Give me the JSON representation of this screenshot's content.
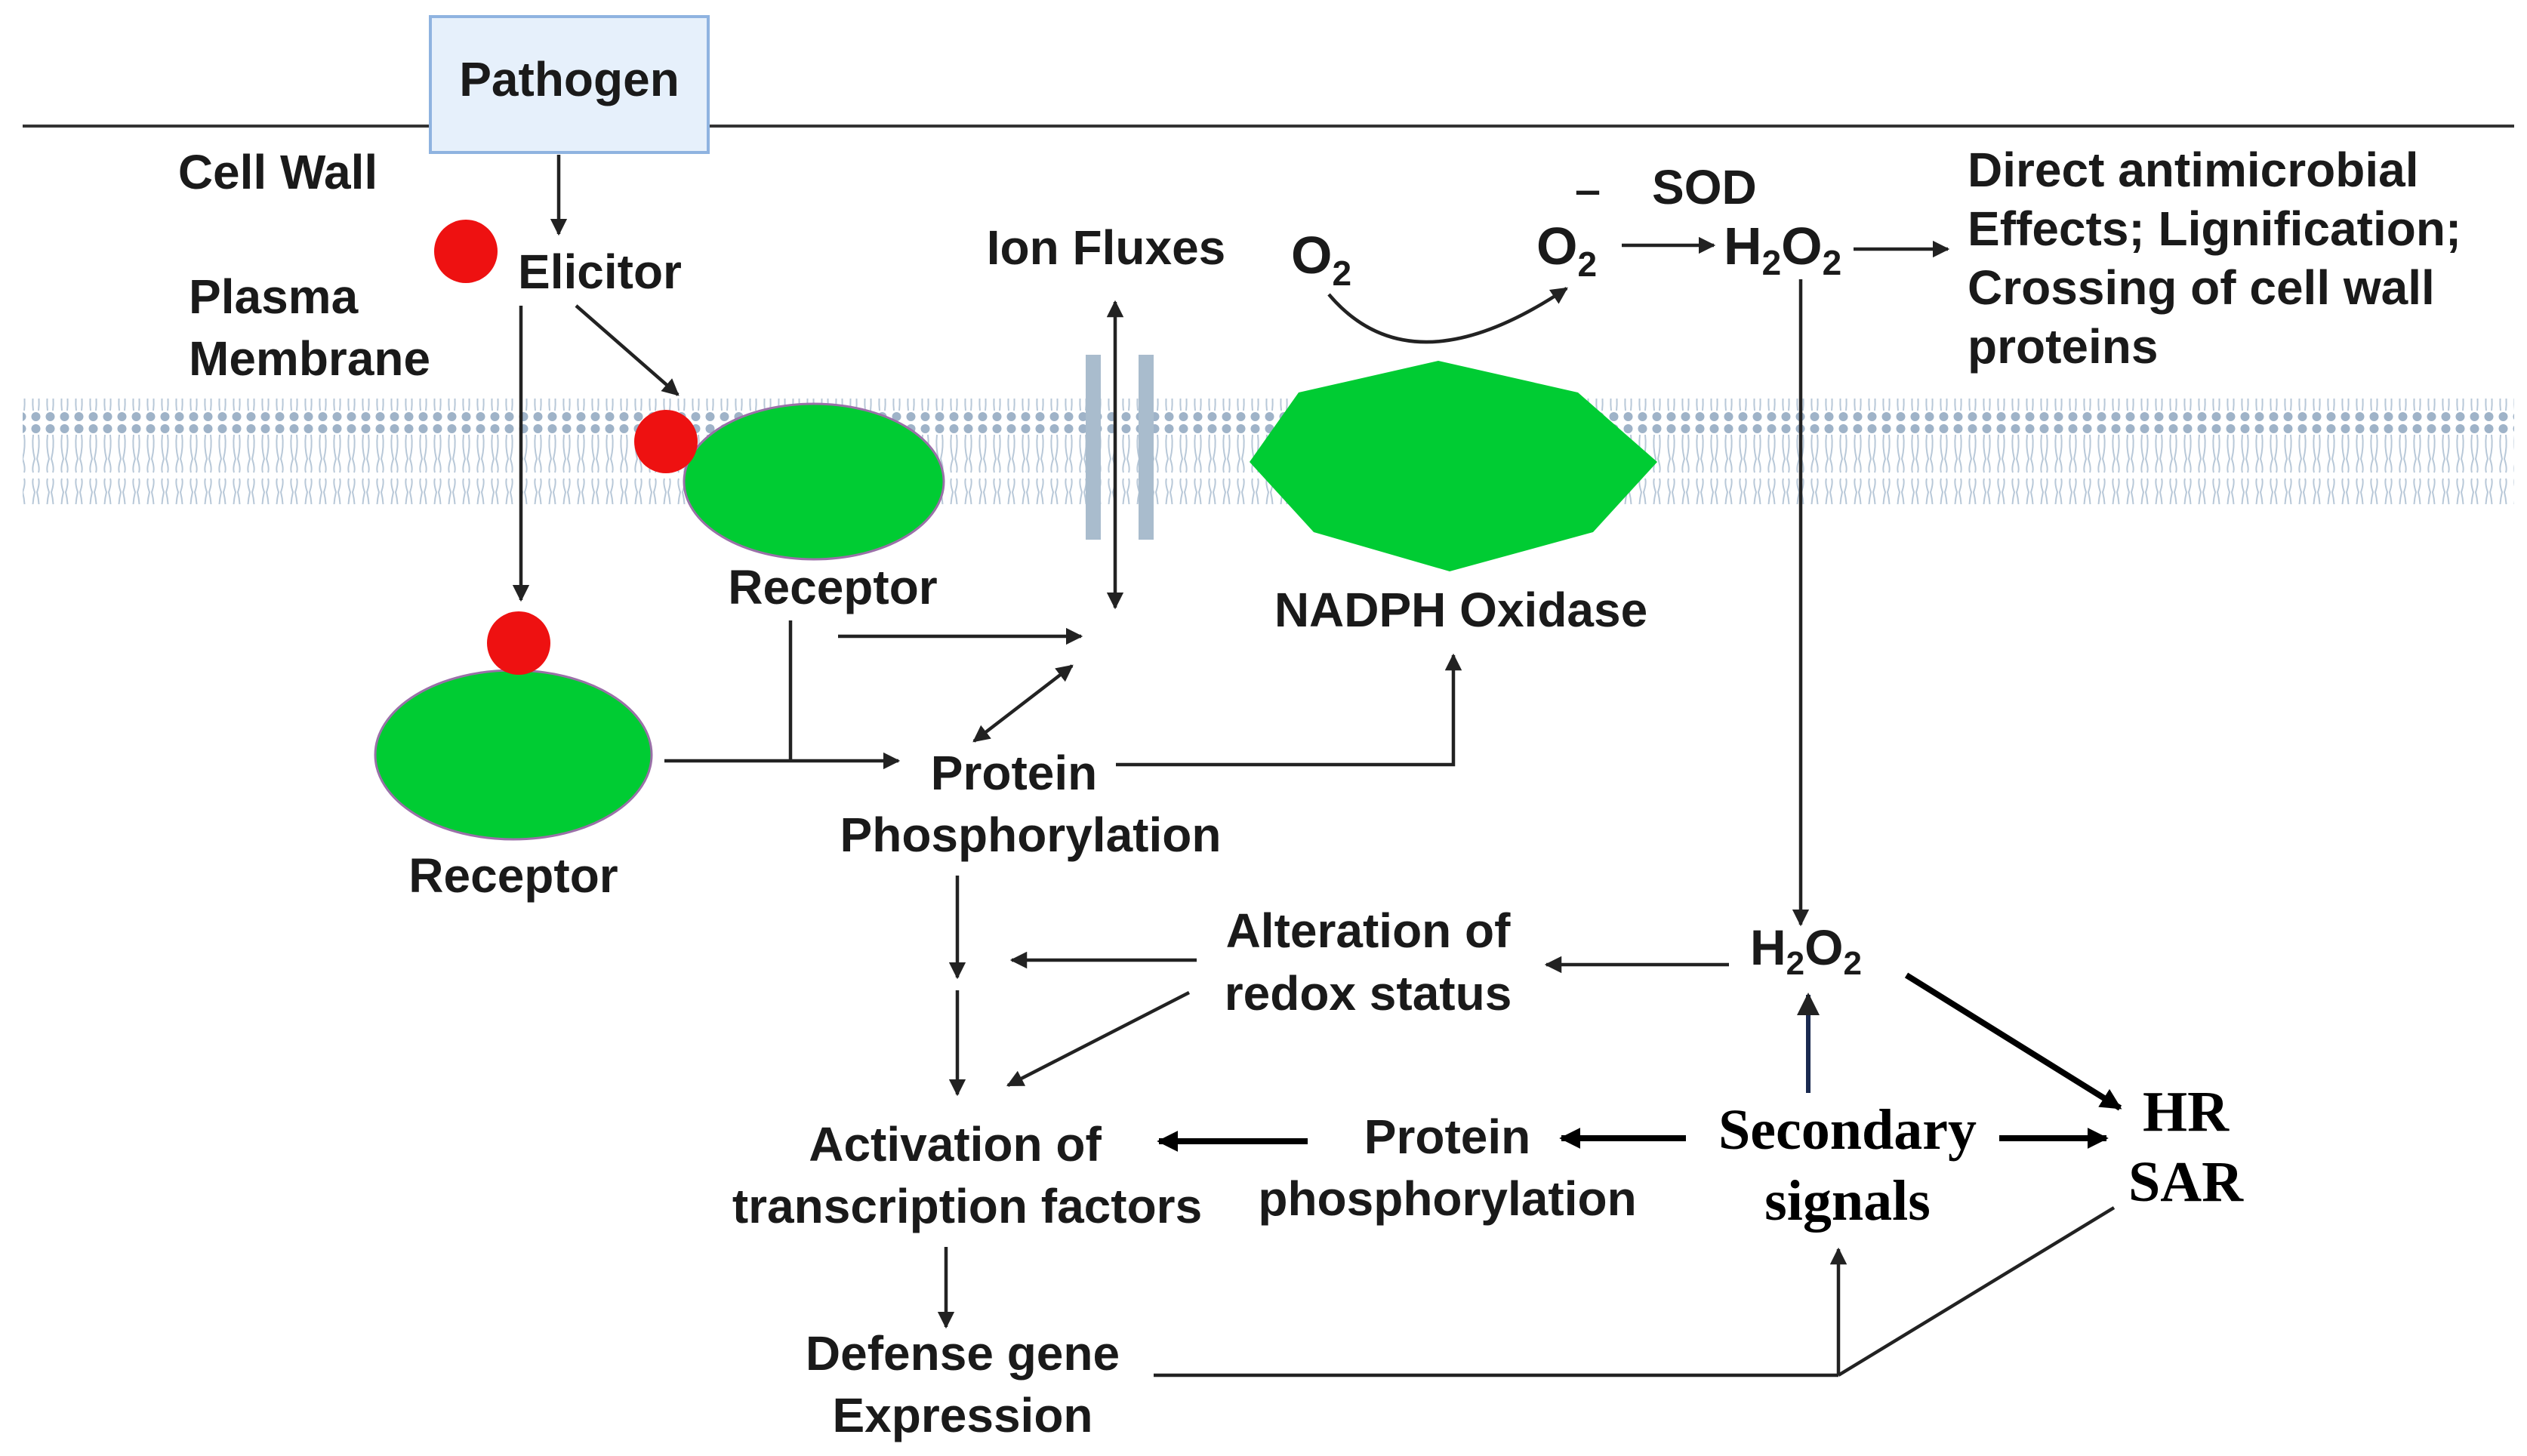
{
  "labels": {
    "pathogen": "Pathogen",
    "cell_wall": "Cell Wall",
    "elicitor": "Elicitor",
    "plasma_membrane_1": "Plasma",
    "plasma_membrane_2": "Membrane",
    "receptor_upper": "Receptor",
    "receptor_lower": "Receptor",
    "ion_fluxes": "Ion Fluxes",
    "o2_left": "O",
    "o2_left_sub": "2",
    "o2_right": "O",
    "o2_right_sub": "2",
    "superoxide_sign": "‾",
    "sod": "SOD",
    "h2o2_top_h": "H",
    "h2o2_top_sub1": "2",
    "h2o2_top_o": "O",
    "h2o2_top_sub2": "2",
    "direct_effects_1": "Direct antimicrobial",
    "direct_effects_2": "Effects; Lignification;",
    "direct_effects_3": "Crossing of cell wall",
    "direct_effects_4": "proteins",
    "nadph_oxidase": "NADPH Oxidase",
    "protein_phos_1": "Protein",
    "protein_phos_2": "Phosphorylation",
    "alteration_1": "Alteration of",
    "alteration_2": "redox status",
    "h2o2_mid_h": "H",
    "h2o2_mid_sub1": "2",
    "h2o2_mid_o": "O",
    "h2o2_mid_sub2": "2",
    "activation_1": "Activation of",
    "activation_2": "transcription factors",
    "protein_phos2_1": "Protein",
    "protein_phos2_2": "phosphorylation",
    "secondary_1": "Secondary",
    "secondary_2": "signals",
    "hr": "HR",
    "sar": "SAR",
    "defense_1": "Defense gene",
    "defense_2": "Expression"
  },
  "colors": {
    "receptor": "#00cc33",
    "elicitor": "#ee1111",
    "pathogen_box_fill": "#e6f0fb",
    "pathogen_box_stroke": "#8fb3e0",
    "membrane": "#c9d7e6",
    "channel": "#a9bccd"
  }
}
